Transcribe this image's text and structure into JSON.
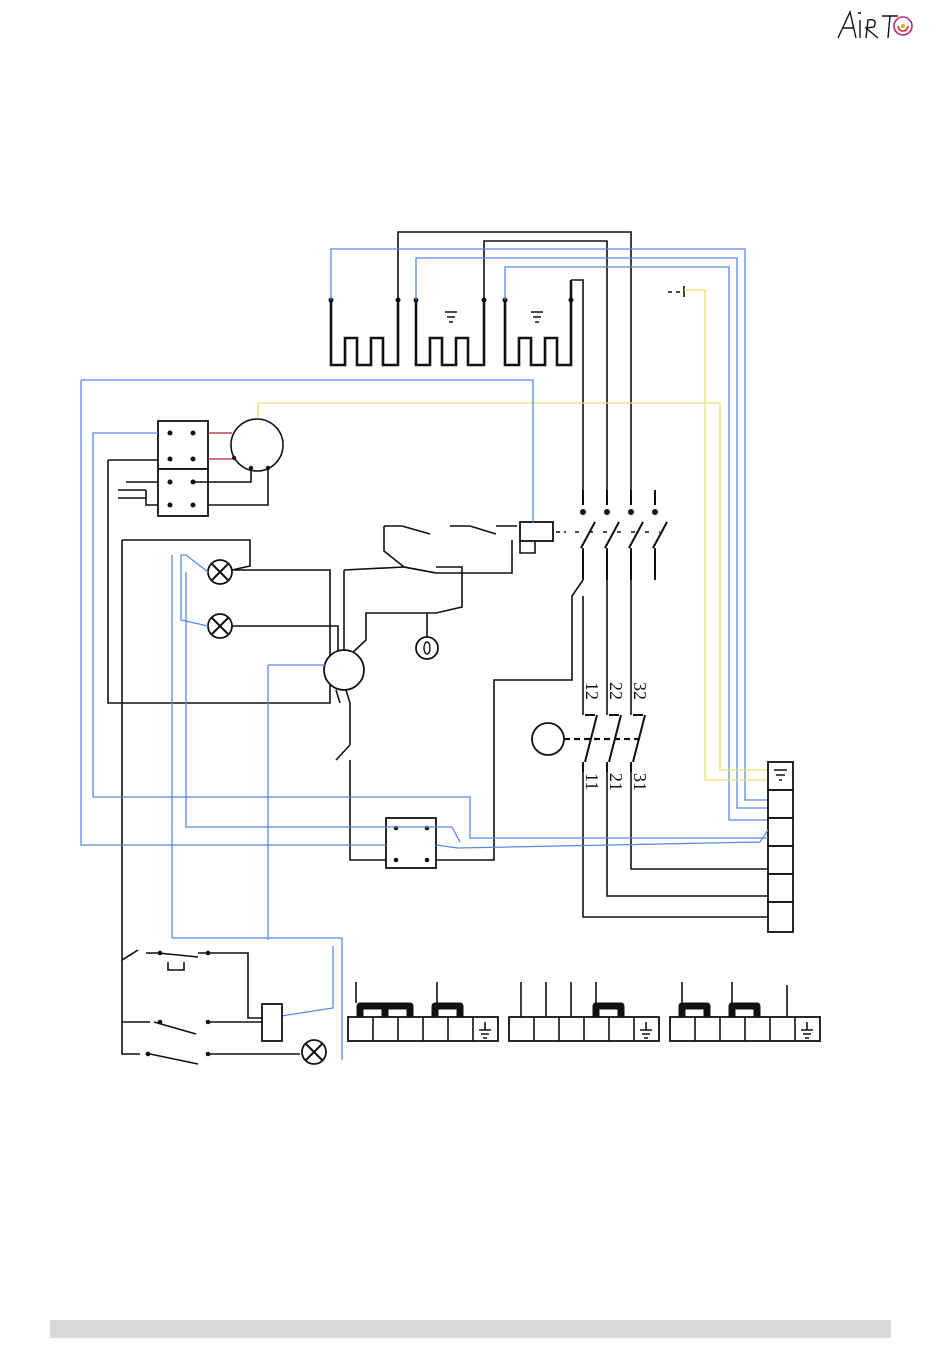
{
  "logo": {
    "text": "AirT"
  },
  "diagram": {
    "contact_labels": {
      "upper": [
        "12",
        "22",
        "32"
      ],
      "lower": [
        "11",
        "21",
        "31"
      ]
    }
  },
  "colors": {
    "wire_black": "#111111",
    "wire_blue": "#5a88e8",
    "wire_yellow": "#e8e070",
    "wire_red": "#b02030",
    "footer_bar": "#d9d9d9"
  }
}
